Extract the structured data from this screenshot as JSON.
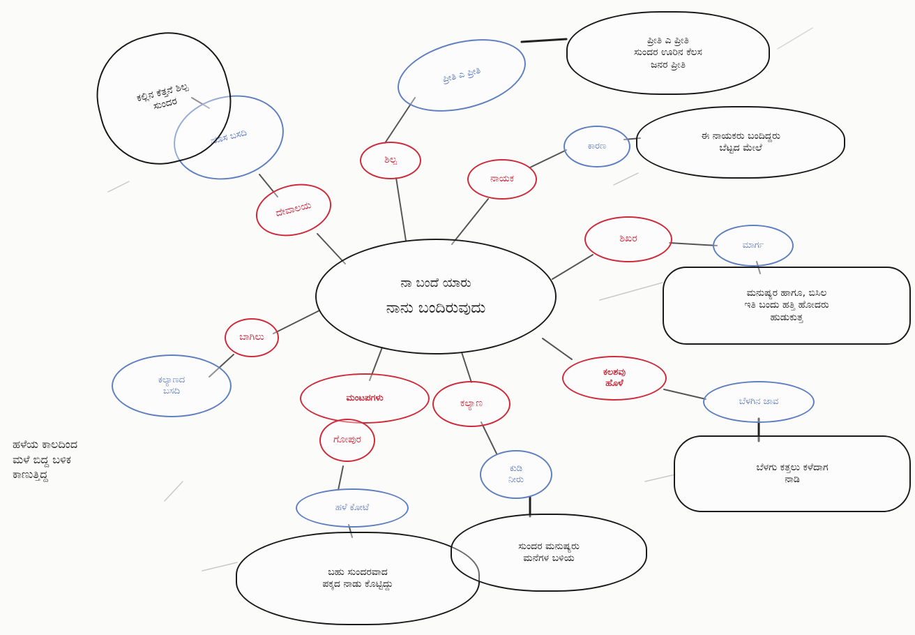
{
  "colors": {
    "center_border": "#1c1c1c",
    "topic_border": "#cf2a3a",
    "subtopic_border": "#5f7fc0",
    "detail_border": "#1a1a1a",
    "faint_line": "#c9c9c9"
  },
  "center": {
    "line1": "ನಾ ಬಂದೆ ಯಾರು",
    "line2": "ನಾನು ಬಂದಿರುವುದು"
  },
  "topics": {
    "t_top_left": "ದೇವಾಲಯ",
    "t_top": "ಶಿಲ್ಪ",
    "t_top_right": "ನಾಯಕ",
    "t_right": "ಶಿಖರ",
    "t_left": "ಬಾಗಿಲು",
    "t_bottom_left": "ಮಂಟಪಗಳು",
    "t_bottom_left_2": "ಗೋಪುರ",
    "t_bottom": "ಕಲ್ಯಾಣ",
    "t_bottom_right": "ಕಲಶವು\nಹೊಳೆ"
  },
  "subtopics": {
    "s_top_left": "ಹೊಸ ಬಸದಿ",
    "s_top": "ಪ್ರೀತಿ ಎ ಪ್ರೀತಿ",
    "s_top_right": "ಕಾರಣ",
    "s_right": "ಮಾರ್ಗ",
    "s_left": "ಕಲ್ಯಾಣದ\nಬಸದಿ",
    "s_bottom_left": "ಹಳೆ ಕೋಟೆ",
    "s_bottom": "ಕುಡಿ\nನೀರು",
    "s_bottom_right": "ಬೆಳಗಿನ ಜಾವ"
  },
  "details": {
    "d_top_left": "ಕಲ್ಲಿನ ಕೆತ್ತನೆ ಶಿಲ್ಪ\nಸುಂದರ",
    "d_top": "ಪ್ರೀತಿ ಎ ಪ್ರೀತಿ\nಸುಂದರ ಊರಿನ ಕೆಲಸ\nಜನರ ಪ್ರೀತಿ",
    "d_top_right": "ಈ ನಾಯಕರು ಬಂದಿದ್ದರು\nಬೆಟ್ಟದ ಮೇಲೆ",
    "d_right": "ಮನುಷ್ಯರ ಹಾಗೂ, ಬಿಸಿಲ\nಇತಿ ಬಂದು ಹತ್ತಿ ಹೋದರು\nಹುಡುಕುತ್ತ",
    "d_left": "ಹಳೆಯ ಕಾಲದಿಂದ\nಮಳೆ ಬಿದ್ದ ಬಳಿಕ\nಕಾಣುತ್ತಿದ್ದ",
    "d_bottom_left": "ಬಹು ಸುಂದರವಾದ\nಪಕ್ಕದ ನಾಡು ಕೊಟ್ಟಿದ್ದು",
    "d_bottom": "ಸುಂದರ ಮನುಷ್ಯರು\nಮನೆಗಳ ಬಳಿಯ",
    "d_bottom_right": "ಬೆಳಗು ಕತ್ತಲು ಕಳೆದಾಗ\nನಾಡಿ"
  }
}
